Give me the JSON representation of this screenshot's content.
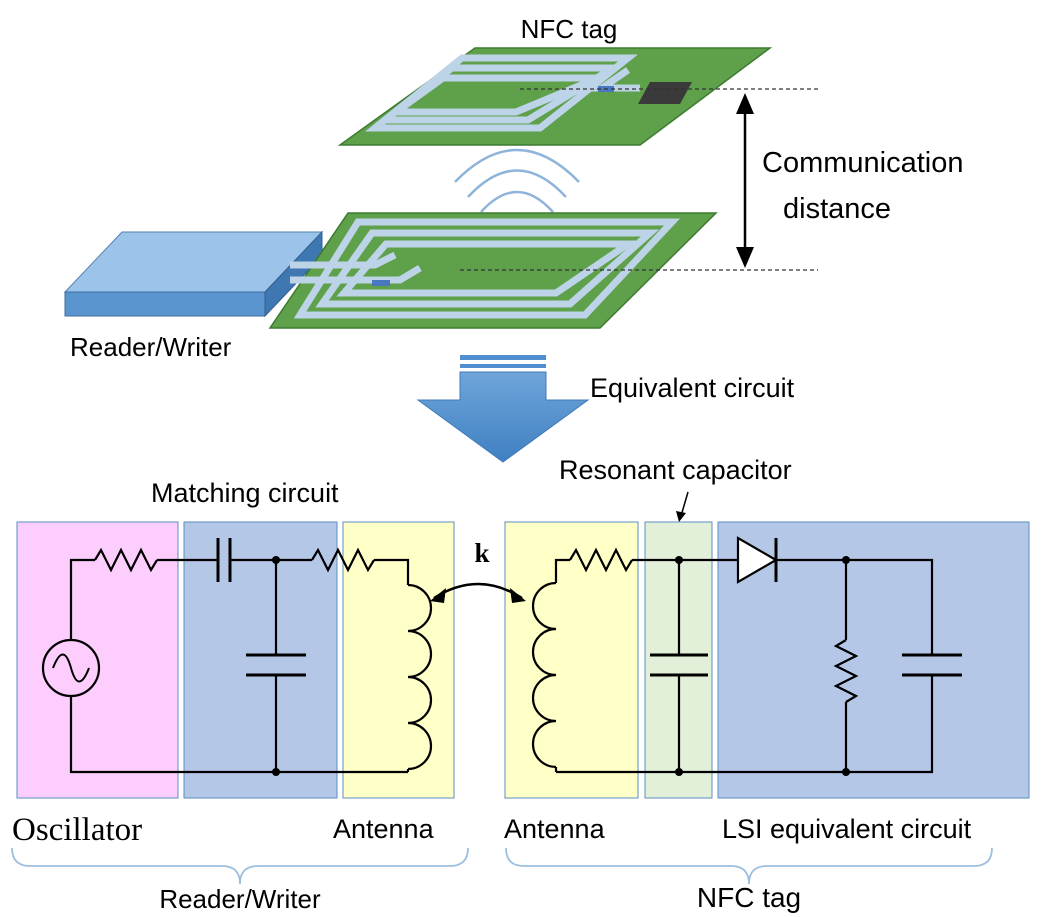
{
  "labels": {
    "nfc_tag_top": "NFC tag",
    "communication_distance_line1": "Communication",
    "communication_distance_line2": "distance",
    "reader_writer_device": "Reader/Writer",
    "equivalent_circuit": "Equivalent circuit",
    "resonant_capacitor": "Resonant capacitor",
    "matching_circuit": "Matching circuit",
    "coupling_k": "k",
    "oscillator": "Oscillator",
    "antenna_reader": "Antenna",
    "antenna_tag": "Antenna",
    "lsi_equivalent_circuit": "LSI equivalent circuit",
    "reader_writer_group": "Reader/Writer",
    "nfc_tag_group": "NFC tag"
  },
  "colors": {
    "oscillator_block": "#fdcdfd",
    "matching_block": "#b4c7e7",
    "antenna_block": "#ffffc8",
    "resonant_block": "#e2efd9",
    "lsi_block": "#b4c7e7",
    "block_border": "#5b8fc0",
    "pcb_green": "#5fa04a",
    "reader_blue": "#72a9dc",
    "arrow_blue": "#5b9bd5",
    "trace_color": "#bcd3e8"
  }
}
